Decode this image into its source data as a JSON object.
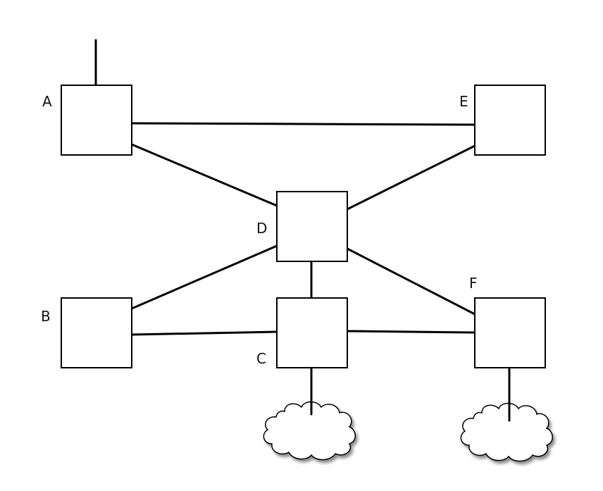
{
  "diagram": {
    "nodes": [
      {
        "id": "A",
        "label": "A"
      },
      {
        "id": "B",
        "label": "B"
      },
      {
        "id": "C",
        "label": "C"
      },
      {
        "id": "D",
        "label": "D"
      },
      {
        "id": "E",
        "label": "E"
      },
      {
        "id": "F",
        "label": "F"
      }
    ],
    "links": [
      [
        "A",
        "E"
      ],
      [
        "A",
        "D"
      ],
      [
        "E",
        "D"
      ],
      [
        "D",
        "B"
      ],
      [
        "D",
        "C"
      ],
      [
        "D",
        "F"
      ],
      [
        "B",
        "C"
      ],
      [
        "C",
        "F"
      ]
    ],
    "external_links": [
      {
        "from": "A",
        "to": "uplink"
      },
      {
        "from": "C",
        "to": "cloud"
      },
      {
        "from": "F",
        "to": "cloud"
      }
    ]
  }
}
